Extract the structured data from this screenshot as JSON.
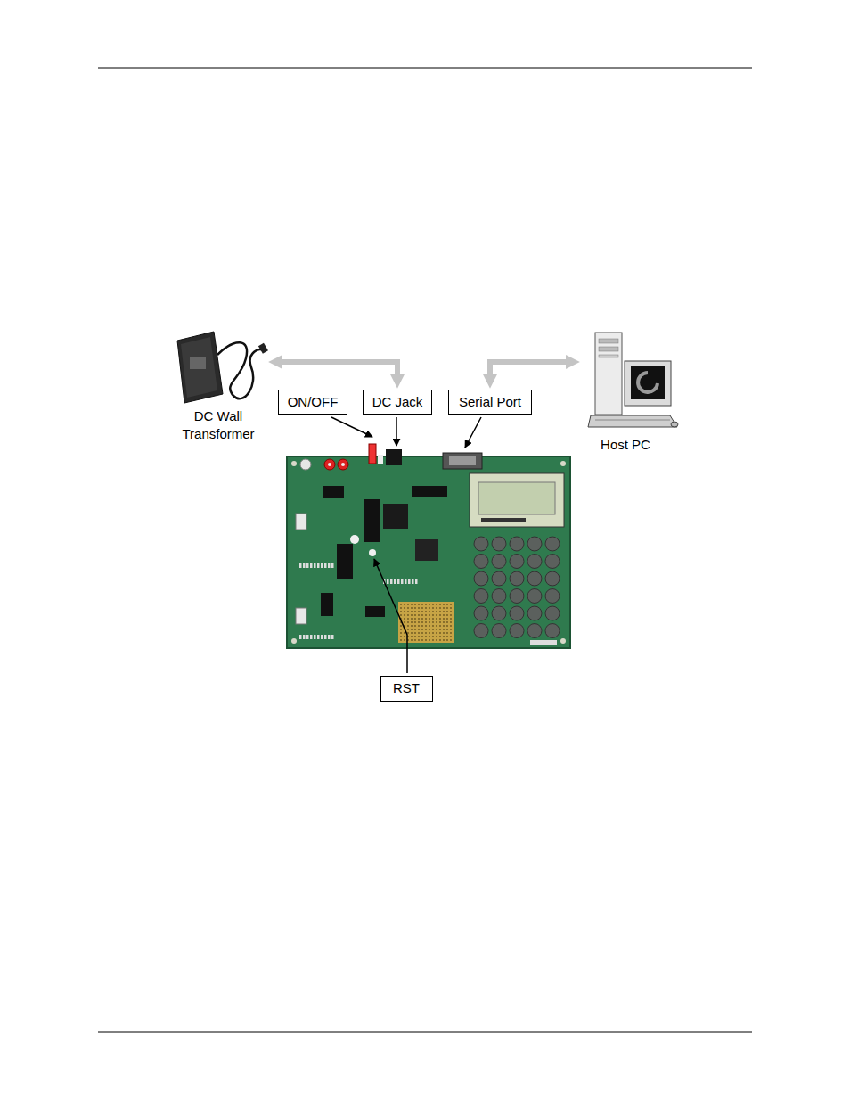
{
  "diagram": {
    "nodes": [
      {
        "text": [
          "DC Wall Transformer"
        ]
      },
      {
        "text": [
          "ON/OFF"
        ]
      },
      {
        "text": [
          "DC Jack"
        ]
      },
      {
        "text": [
          "Serial Port"
        ]
      },
      {
        "text": [
          "Host PC"
        ]
      },
      {
        "text": [
          "RST"
        ]
      }
    ],
    "edges": [
      {
        "from": 0,
        "to": 2,
        "arrow": "both"
      },
      {
        "from": 3,
        "to": 4,
        "arrow": "both"
      }
    ]
  }
}
